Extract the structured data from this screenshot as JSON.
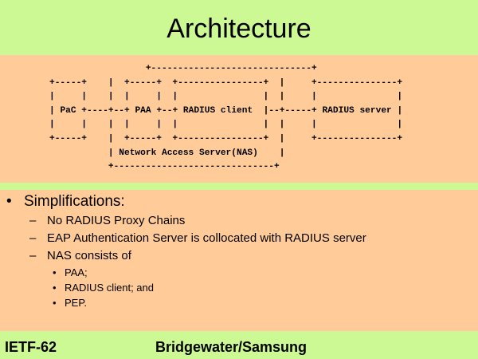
{
  "slide": {
    "title": "Architecture",
    "colors": {
      "title_band": "#ccf993",
      "body": "#ffcc99",
      "footer": "#ccf993"
    }
  },
  "diagram": {
    "ascii_art": "                  +------------------------------+\n+-----+    |  +-----+  +----------------+  |     +---------------+\n|     |    |  |     |  |                |  |     |               |\n| PaC +----+--+ PAA +--+ RADIUS client  |--+-----+ RADIUS server |\n|     |    |  |     |  |                |  |     |               |\n+-----+    |  +-----+  +----------------+  |     +---------------+\n           | Network Access Server(NAS)    |\n           +------------------------------+",
    "labels": [
      "PaC",
      "PAA",
      "RADIUS client",
      "RADIUS server",
      "Network Access Server(NAS)"
    ]
  },
  "bullets": {
    "heading": {
      "marker": "•",
      "text": "Simplifications:"
    },
    "items": [
      {
        "marker": "–",
        "text": "No RADIUS Proxy Chains"
      },
      {
        "marker": "–",
        "text": "EAP Authentication Server is collocated with RADIUS server"
      },
      {
        "marker": "–",
        "text": "NAS consists of"
      }
    ],
    "sub_items": [
      {
        "marker": "•",
        "text": "PAA;"
      },
      {
        "marker": "•",
        "text": "RADIUS client; and"
      },
      {
        "marker": "•",
        "text": "PEP."
      }
    ]
  },
  "footer": {
    "left": "IETF-62",
    "center": "Bridgewater/Samsung"
  }
}
